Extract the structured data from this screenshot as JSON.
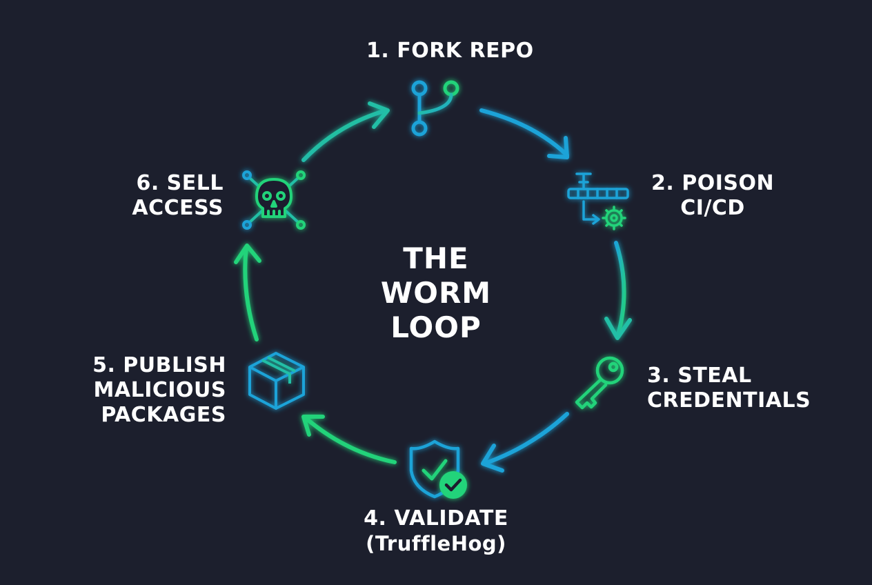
{
  "title": [
    "THE",
    "WORM",
    "LOOP"
  ],
  "steps": [
    {
      "lines": [
        "1. FORK REPO"
      ],
      "icon": "git-fork-icon"
    },
    {
      "lines": [
        "2. POISON",
        "CI/CD"
      ],
      "icon": "pipeline-gear-icon"
    },
    {
      "lines": [
        "3. STEAL",
        "CREDENTIALS"
      ],
      "icon": "key-icon"
    },
    {
      "lines": [
        "4. VALIDATE",
        "(TruffleHog)"
      ],
      "icon": "shield-check-icon"
    },
    {
      "lines": [
        "5. PUBLISH",
        "MALICIOUS",
        "PACKAGES"
      ],
      "icon": "package-box-icon"
    },
    {
      "lines": [
        "6. SELL",
        "ACCESS"
      ],
      "icon": "skull-crossbones-icon"
    }
  ],
  "colors": {
    "background": "#1c1f2d",
    "accent_blue": "#1ea3d8",
    "accent_green": "#24d37a",
    "text": "#ffffff"
  }
}
